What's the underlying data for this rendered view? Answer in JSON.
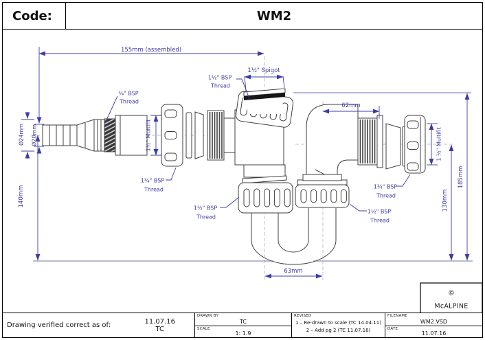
{
  "title": {
    "code_label": "Code:",
    "code_value": "WM2"
  },
  "dims": {
    "assembled": "155mm (assembled)",
    "spigot": "1½\" Spigot",
    "len62": "62mm",
    "dia24": "Ø24mm",
    "dia20": "Ø20mm",
    "height140": "140mm",
    "multifit_left": "1½\" Multifit",
    "multifit_right": "1 ½\" Multifit",
    "height130": "130mm",
    "height185": "185mm",
    "len63": "63mm"
  },
  "labels": {
    "hose_thread_1": "¾\" BSP",
    "hose_thread_2": "Thread",
    "spigot_nut_1": "1½\" BSP",
    "spigot_nut_2": "Thread",
    "inlet_nut_1": "1¾\" BSP",
    "inlet_nut_2": "Thread",
    "trap_inlet_1": "1½\" BSP",
    "trap_inlet_2": "Thread",
    "trap_outlet_1": "1½\" BSP",
    "trap_outlet_2": "Thread",
    "outlet_nut_1": "1¾\" BSP",
    "outlet_nut_2": "Thread"
  },
  "logo": {
    "copyright": "©",
    "name": "McALPINE"
  },
  "footer": {
    "verified_label": "Drawing verified  correct as of:",
    "verified_date": "11.07.16",
    "verified_by": "TC",
    "drawn_by_label": "DRAWN BY",
    "drawn_by_value": "TC",
    "scale_label": "SCALE",
    "scale_value": "1: 1.9",
    "revised_label": "REVISED",
    "revision_1": "1 – Re-drawn to scale (TC 14.04.11)",
    "revision_2": "2 – Add pg 2 (TC 11.07.16)",
    "filename_label": "FILENAME",
    "filename_value": "WM2.VSD",
    "date_label": "DATE",
    "date_value": "11.07.16"
  },
  "colors": {
    "annotation": "#3c3ca8",
    "outline": "#3f3f3f"
  }
}
